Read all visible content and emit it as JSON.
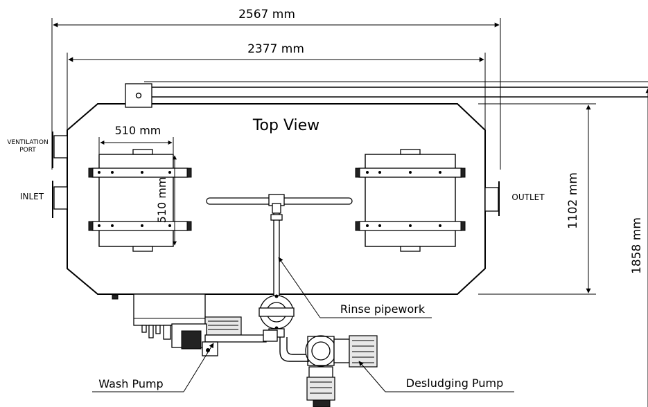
{
  "dimensions": {
    "overall_length": "2567 mm",
    "body_length": "2377 mm",
    "basket_width": "510 mm",
    "basket_depth": "510 mm",
    "body_width": "1102 mm",
    "overall_width": "1858 mm"
  },
  "labels": {
    "view_title": "Top View",
    "ventilation_port_line1": "VENTILATION",
    "ventilation_port_line2": "PORT",
    "inlet": "INLET",
    "outlet": "OUTLET",
    "rinse_pipework": "Rinse pipework",
    "wash_pump": "Wash Pump",
    "desludging_pump": "Desludging Pump"
  }
}
